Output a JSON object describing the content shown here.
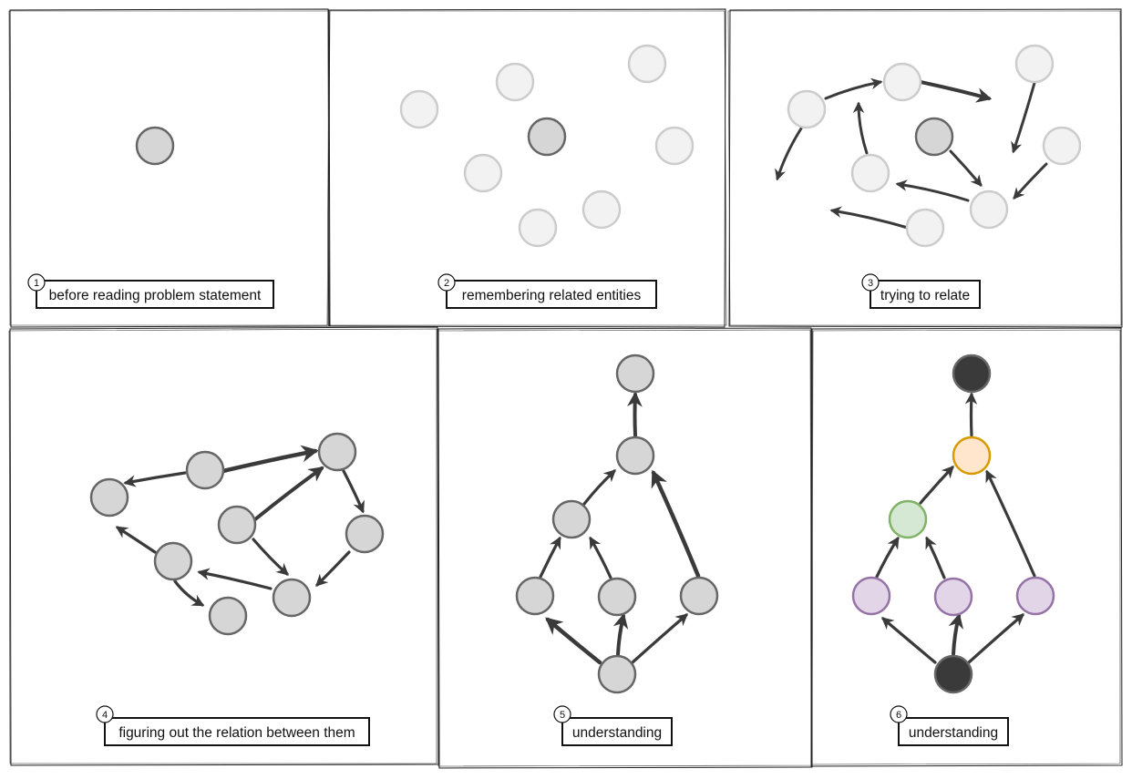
{
  "colors": {
    "frame": "#222222",
    "arrow": "#3a3a3a",
    "node_faint_fill": "#f2f2f2",
    "node_faint_stroke": "#cccccc",
    "node_gray_fill": "#d6d6d6",
    "node_gray_stroke": "#666666",
    "node_dark_fill": "#3a3a3a",
    "node_dark_stroke": "#666666",
    "node_orange_fill": "#ffe6cc",
    "node_orange_stroke": "#d79b00",
    "node_green_fill": "#d5e8d4",
    "node_green_stroke": "#82b366",
    "node_purple_fill": "#e1d5e7",
    "node_purple_stroke": "#9673a6"
  },
  "panels": [
    {
      "number": "1",
      "caption": "before reading problem statement"
    },
    {
      "number": "2",
      "caption": "remembering related entities"
    },
    {
      "number": "3",
      "caption": "trying to relate"
    },
    {
      "number": "4",
      "caption": "figuring out the relation between them"
    },
    {
      "number": "5",
      "caption": "understanding"
    },
    {
      "number": "6",
      "caption": "understanding"
    }
  ]
}
